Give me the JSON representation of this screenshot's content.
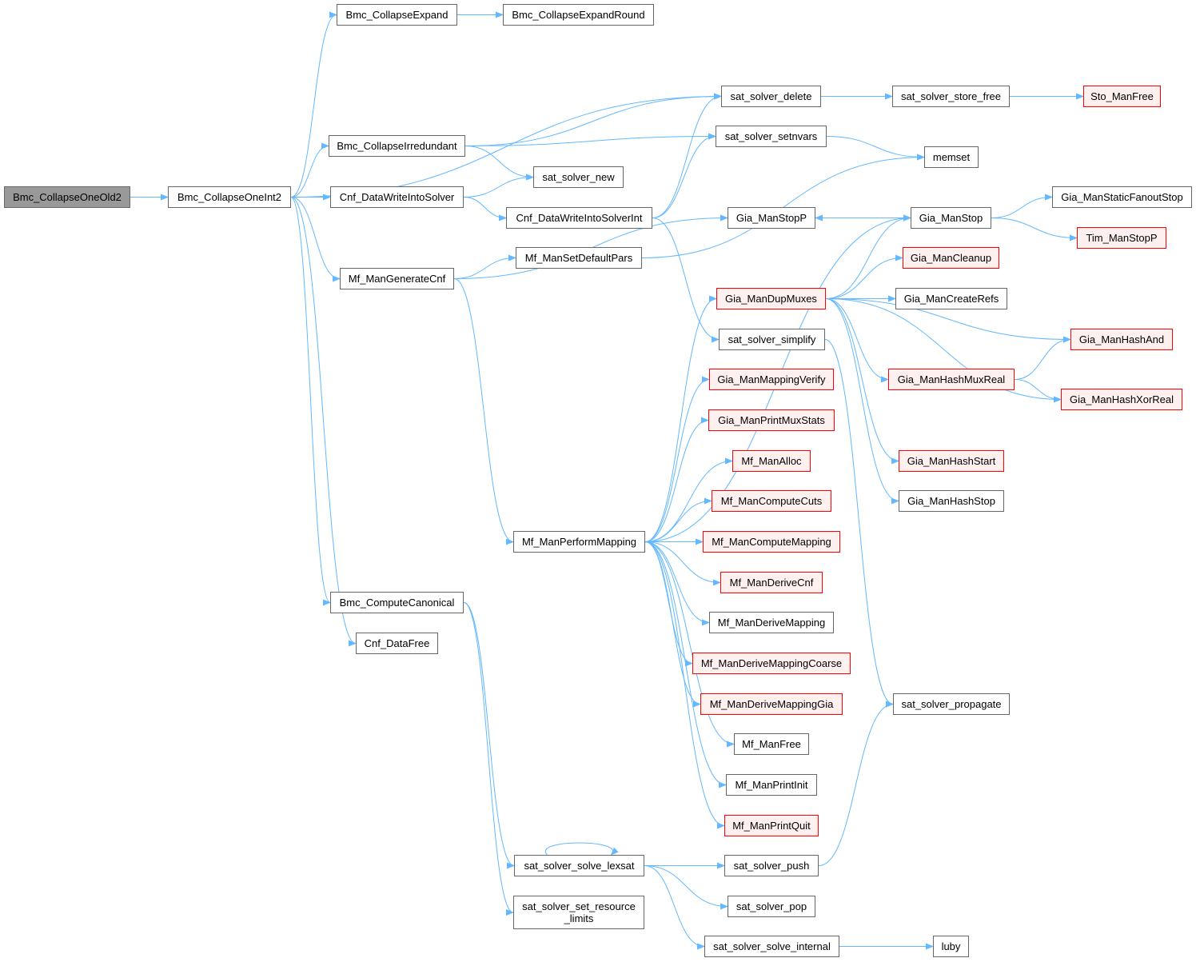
{
  "colors": {
    "edge": "#63b8ff",
    "root_fill": "#999999",
    "red_border": "#ff0000",
    "red_fill": "#fff0f0"
  },
  "nodes": [
    {
      "id": "n0",
      "label": "Bmc_CollapseOneOld2",
      "kind": "root"
    },
    {
      "id": "n1",
      "label": "Bmc_CollapseOneInt2",
      "kind": "normal"
    },
    {
      "id": "n2",
      "label": "Bmc_CollapseExpand",
      "kind": "normal"
    },
    {
      "id": "n3",
      "label": "Bmc_CollapseExpandRound",
      "kind": "normal"
    },
    {
      "id": "n4",
      "label": "sat_solver_delete",
      "kind": "normal"
    },
    {
      "id": "n5",
      "label": "sat_solver_store_free",
      "kind": "normal"
    },
    {
      "id": "n6",
      "label": "Sto_ManFree",
      "kind": "red"
    },
    {
      "id": "n7",
      "label": "Bmc_CollapseIrredundant",
      "kind": "normal"
    },
    {
      "id": "n8",
      "label": "sat_solver_setnvars",
      "kind": "normal"
    },
    {
      "id": "n9",
      "label": "memset",
      "kind": "normal"
    },
    {
      "id": "n10",
      "label": "sat_solver_new",
      "kind": "normal"
    },
    {
      "id": "n11",
      "label": "Cnf_DataWriteIntoSolver",
      "kind": "normal"
    },
    {
      "id": "n12",
      "label": "Cnf_DataWriteIntoSolverInt",
      "kind": "normal"
    },
    {
      "id": "n13",
      "label": "Gia_ManStaticFanoutStop",
      "kind": "normal"
    },
    {
      "id": "n14",
      "label": "Gia_ManStopP",
      "kind": "normal"
    },
    {
      "id": "n15",
      "label": "Gia_ManStop",
      "kind": "normal"
    },
    {
      "id": "n16",
      "label": "Tim_ManStopP",
      "kind": "red"
    },
    {
      "id": "n17",
      "label": "Mf_ManSetDefaultPars",
      "kind": "normal"
    },
    {
      "id": "n18",
      "label": "Mf_ManGenerateCnf",
      "kind": "normal"
    },
    {
      "id": "n19",
      "label": "Gia_ManCleanup",
      "kind": "red"
    },
    {
      "id": "n20",
      "label": "Gia_ManDupMuxes",
      "kind": "red"
    },
    {
      "id": "n21",
      "label": "Gia_ManCreateRefs",
      "kind": "normal"
    },
    {
      "id": "n22",
      "label": "sat_solver_simplify",
      "kind": "normal"
    },
    {
      "id": "n23",
      "label": "Gia_ManHashAnd",
      "kind": "red"
    },
    {
      "id": "n24",
      "label": "Gia_ManMappingVerify",
      "kind": "red"
    },
    {
      "id": "n25",
      "label": "Gia_ManHashMuxReal",
      "kind": "red"
    },
    {
      "id": "n26",
      "label": "Gia_ManHashXorReal",
      "kind": "red"
    },
    {
      "id": "n27",
      "label": "Gia_ManPrintMuxStats",
      "kind": "red"
    },
    {
      "id": "n28",
      "label": "Mf_ManAlloc",
      "kind": "red"
    },
    {
      "id": "n29",
      "label": "Gia_ManHashStart",
      "kind": "red"
    },
    {
      "id": "n30",
      "label": "Mf_ManComputeCuts",
      "kind": "red"
    },
    {
      "id": "n31",
      "label": "Gia_ManHashStop",
      "kind": "normal"
    },
    {
      "id": "n32",
      "label": "Mf_ManPerformMapping",
      "kind": "normal"
    },
    {
      "id": "n33",
      "label": "Mf_ManComputeMapping",
      "kind": "red"
    },
    {
      "id": "n34",
      "label": "Bmc_ComputeCanonical",
      "kind": "normal"
    },
    {
      "id": "n35",
      "label": "Mf_ManDeriveCnf",
      "kind": "red"
    },
    {
      "id": "n36",
      "label": "Mf_ManDeriveMapping",
      "kind": "normal"
    },
    {
      "id": "n37",
      "label": "Cnf_DataFree",
      "kind": "normal"
    },
    {
      "id": "n38",
      "label": "Mf_ManDeriveMappingCoarse",
      "kind": "red"
    },
    {
      "id": "n39",
      "label": "sat_solver_propagate",
      "kind": "normal"
    },
    {
      "id": "n40",
      "label": "Mf_ManDeriveMappingGia",
      "kind": "red"
    },
    {
      "id": "n41",
      "label": "Mf_ManFree",
      "kind": "normal"
    },
    {
      "id": "n42",
      "label": "Mf_ManPrintInit",
      "kind": "normal"
    },
    {
      "id": "n43",
      "label": "Mf_ManPrintQuit",
      "kind": "red"
    },
    {
      "id": "n44",
      "label": "sat_solver_solve_lexsat",
      "kind": "normal"
    },
    {
      "id": "n45",
      "label": "sat_solver_push",
      "kind": "normal"
    },
    {
      "id": "n46",
      "label": "sat_solver_set_resource\n_limits",
      "kind": "normal"
    },
    {
      "id": "n47",
      "label": "sat_solver_pop",
      "kind": "normal"
    },
    {
      "id": "n48",
      "label": "sat_solver_solve_internal",
      "kind": "normal"
    },
    {
      "id": "n49",
      "label": "luby",
      "kind": "normal"
    }
  ],
  "edges": [
    [
      "n0",
      "n1"
    ],
    [
      "n1",
      "n2"
    ],
    [
      "n1",
      "n4"
    ],
    [
      "n1",
      "n7"
    ],
    [
      "n1",
      "n11"
    ],
    [
      "n1",
      "n18"
    ],
    [
      "n1",
      "n34"
    ],
    [
      "n1",
      "n37"
    ],
    [
      "n2",
      "n3"
    ],
    [
      "n7",
      "n4"
    ],
    [
      "n7",
      "n8"
    ],
    [
      "n7",
      "n10"
    ],
    [
      "n11",
      "n10"
    ],
    [
      "n11",
      "n12"
    ],
    [
      "n12",
      "n4"
    ],
    [
      "n12",
      "n8"
    ],
    [
      "n12",
      "n22"
    ],
    [
      "n4",
      "n5"
    ],
    [
      "n5",
      "n6"
    ],
    [
      "n8",
      "n9"
    ],
    [
      "n17",
      "n9"
    ],
    [
      "n18",
      "n17"
    ],
    [
      "n18",
      "n14"
    ],
    [
      "n18",
      "n32"
    ],
    [
      "n14",
      "n15"
    ],
    [
      "n15",
      "n14"
    ],
    [
      "n15",
      "n13"
    ],
    [
      "n15",
      "n16"
    ],
    [
      "n32",
      "n15"
    ],
    [
      "n32",
      "n20"
    ],
    [
      "n32",
      "n24"
    ],
    [
      "n32",
      "n27"
    ],
    [
      "n32",
      "n28"
    ],
    [
      "n32",
      "n30"
    ],
    [
      "n32",
      "n33"
    ],
    [
      "n32",
      "n35"
    ],
    [
      "n32",
      "n36"
    ],
    [
      "n32",
      "n38"
    ],
    [
      "n32",
      "n40"
    ],
    [
      "n32",
      "n41"
    ],
    [
      "n32",
      "n42"
    ],
    [
      "n32",
      "n43"
    ],
    [
      "n20",
      "n15"
    ],
    [
      "n20",
      "n19"
    ],
    [
      "n20",
      "n21"
    ],
    [
      "n20",
      "n23"
    ],
    [
      "n20",
      "n25"
    ],
    [
      "n20",
      "n26"
    ],
    [
      "n20",
      "n29"
    ],
    [
      "n20",
      "n31"
    ],
    [
      "n25",
      "n23"
    ],
    [
      "n25",
      "n26"
    ],
    [
      "n22",
      "n39"
    ],
    [
      "n34",
      "n44"
    ],
    [
      "n34",
      "n46"
    ],
    [
      "n44",
      "n44"
    ],
    [
      "n44",
      "n45"
    ],
    [
      "n44",
      "n47"
    ],
    [
      "n44",
      "n48"
    ],
    [
      "n45",
      "n39"
    ],
    [
      "n48",
      "n49"
    ]
  ]
}
